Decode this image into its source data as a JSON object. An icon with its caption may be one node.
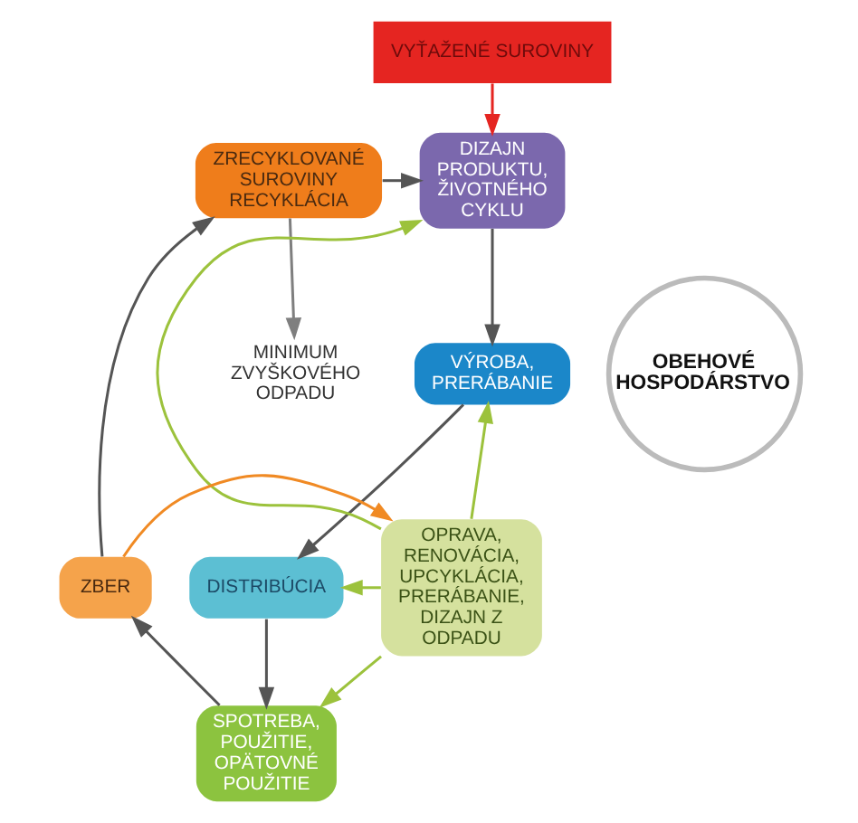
{
  "diagram": {
    "nodes": [
      {
        "text": [
          "VYŤAŽENÉ SUROVINY"
        ]
      },
      {
        "text": [
          "DIZAJN PRODUKTU, ŽIVOTNÉHO CYKLU"
        ]
      },
      {
        "text": [
          "ZRECYKLOVANÉ SUROVINY",
          "RECYKLÁCIA"
        ]
      },
      {
        "text": [
          "OBEHOVÉ HOSPODÁRSTVO"
        ]
      },
      {
        "text": [
          "VÝROBA, PRERÁBANIE"
        ]
      },
      {
        "text": [
          "OPRAVA, RENOVÁCIA, UPCYKLÁCIA, PRERÁBANIE, DIZAJN Z ODPADU"
        ]
      },
      {
        "text": [
          "DISTRIBÚCIA"
        ]
      },
      {
        "text": [
          "MINIMUM ZVYŠKOVÉHO ODPADU"
        ]
      },
      {
        "text": [
          "SPOTREBA, POUŽITIE, OPÄTOVNÉ POUŽITIE"
        ]
      },
      {
        "text": [
          "ZBER"
        ]
      }
    ],
    "edges": [
      {
        "from": 0,
        "to": 1,
        "arrow": "to",
        "color": "#e52521"
      },
      {
        "from": 2,
        "to": 1,
        "arrow": "to"
      },
      {
        "from": 1,
        "to": 4,
        "arrow": "to"
      },
      {
        "from": 4,
        "to": 6,
        "arrow": "to"
      },
      {
        "from": 6,
        "to": 8,
        "arrow": "to"
      },
      {
        "from": 8,
        "to": 9,
        "arrow": "to"
      },
      {
        "from": 9,
        "to": 2,
        "arrow": "to"
      },
      {
        "from": 2,
        "to": 7,
        "arrow": "to",
        "color": "#7f7f7f"
      },
      {
        "from": 9,
        "to": 5,
        "arrow": "to",
        "color": "#f08a24"
      },
      {
        "from": 5,
        "to": 8,
        "arrow": "to",
        "color": "#9cc23c"
      },
      {
        "from": 5,
        "to": 6,
        "arrow": "to",
        "color": "#9cc23c"
      },
      {
        "from": 5,
        "to": 4,
        "arrow": "to",
        "color": "#9cc23c"
      },
      {
        "from": 5,
        "to": 1,
        "arrow": "to",
        "color": "#9cc23c"
      }
    ]
  }
}
